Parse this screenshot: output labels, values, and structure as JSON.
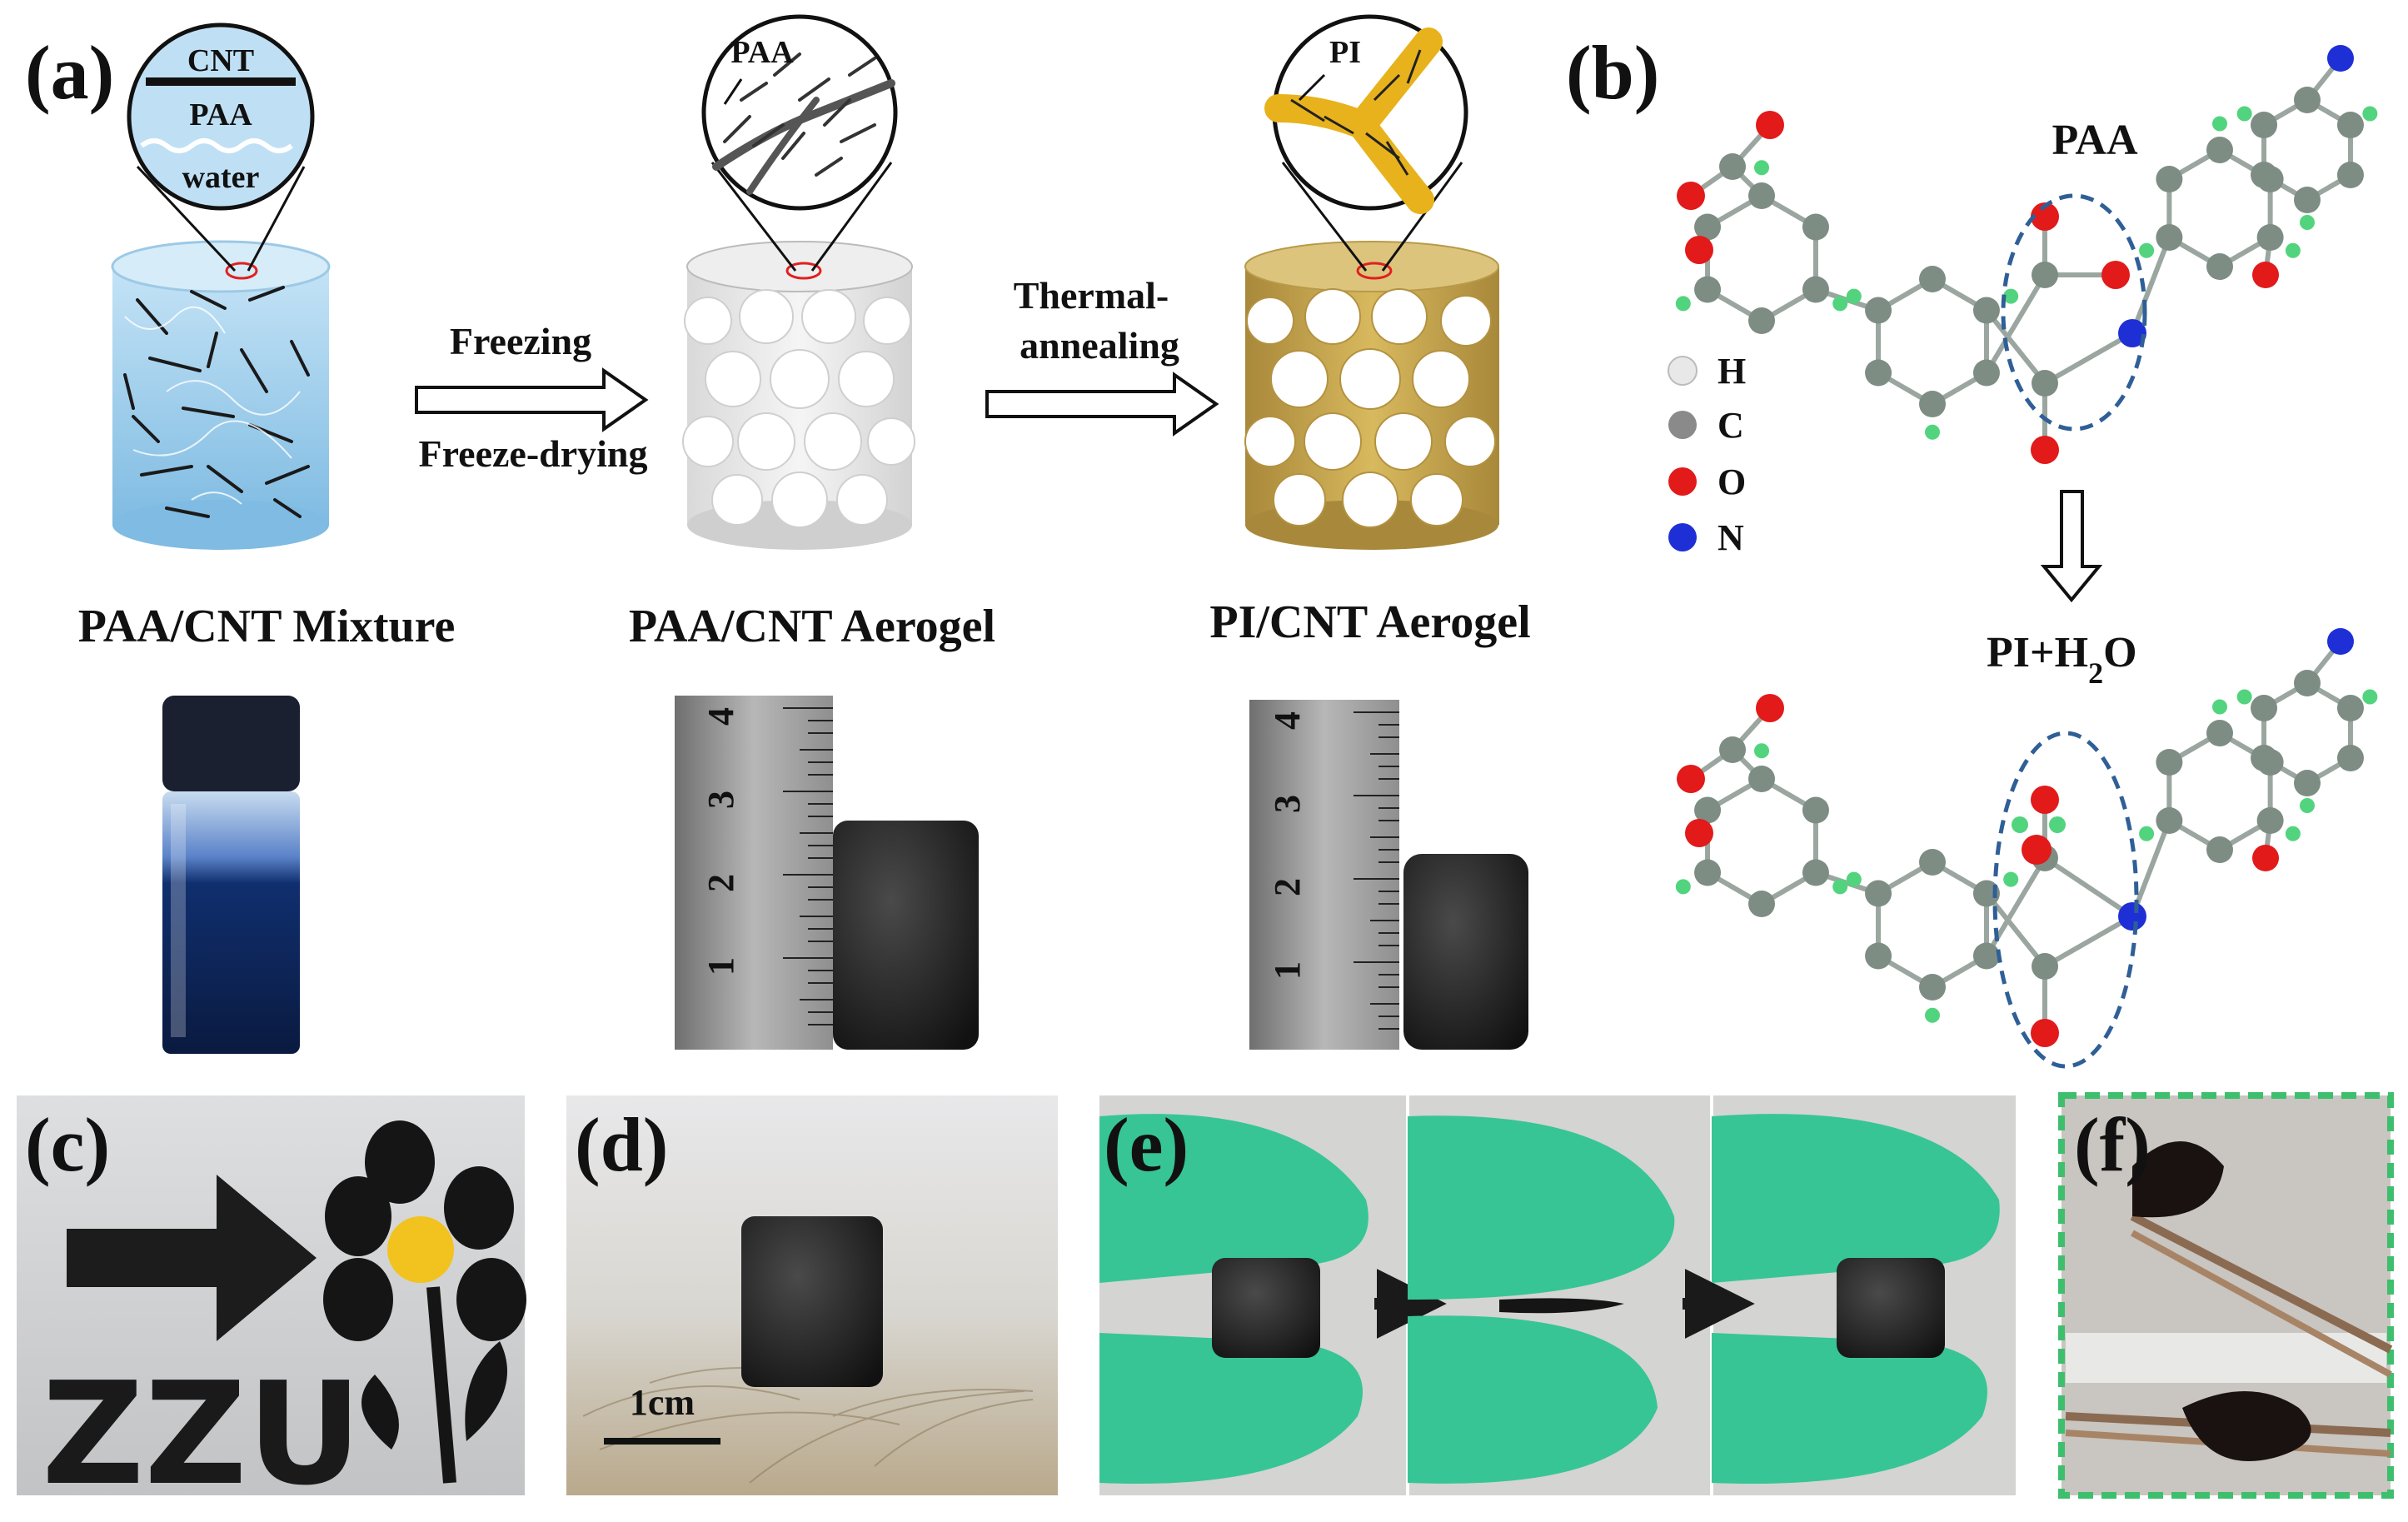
{
  "panel_labels": {
    "a": "(a)",
    "b": "(b)",
    "c": "(c)",
    "d": "(d)",
    "e": "(e)",
    "f": "(f)"
  },
  "panel_a": {
    "bubble1": {
      "top": "CNT",
      "middle": "PAA",
      "bottom": "water"
    },
    "bubble2": {
      "label": "PAA"
    },
    "bubble3": {
      "label": "PI"
    },
    "arrow1": {
      "top": "Freezing",
      "bottom": "Freeze-drying"
    },
    "arrow2": {
      "line1": "Thermal-",
      "line2": "annealing"
    },
    "captions": [
      "PAA/CNT Mixture",
      "PAA/CNT Aerogel",
      "PI/CNT Aerogel"
    ],
    "ruler_numbers_1": [
      "4",
      "3",
      "2",
      "1"
    ],
    "ruler_numbers_2": [
      "4",
      "3",
      "2",
      "1"
    ]
  },
  "panel_b": {
    "top_title": "PAA",
    "bottom_title": "PI+H",
    "bottom_title_sub": "2",
    "bottom_title_end": "O",
    "legend": [
      {
        "symbol": "H",
        "color": "#e8e8e8"
      },
      {
        "symbol": "C",
        "color": "#8a8a8a"
      },
      {
        "symbol": "O",
        "color": "#e21a1a"
      },
      {
        "symbol": "N",
        "color": "#1f2fd6"
      }
    ],
    "atom_colors": {
      "C": "#7e8d84",
      "H": "#52d47e",
      "O": "#e21a1a",
      "N": "#1f2fd6"
    }
  },
  "panel_c": {
    "text": "ZZU"
  },
  "panel_d": {
    "scale_label": "1cm"
  },
  "colors": {
    "paa_cnt_fill": "#a9d4ee",
    "pi_fill": "#c9a64c",
    "glove": "#36c494",
    "border_dash": "#3dbf6e",
    "mol_oval": "#2f5f96"
  }
}
